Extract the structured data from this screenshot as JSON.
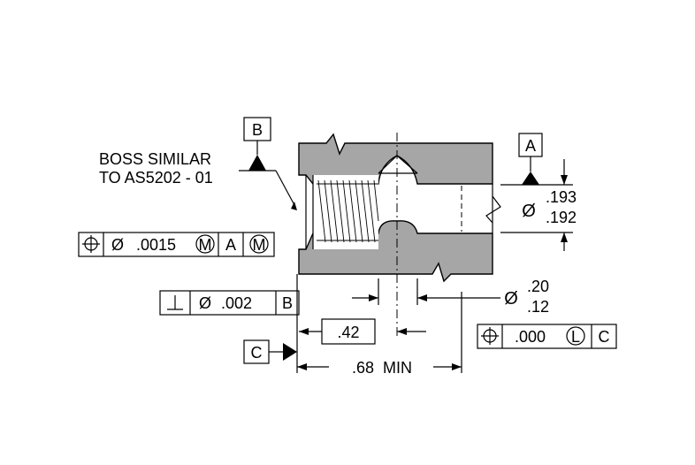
{
  "note": {
    "line1": "BOSS SIMILAR",
    "line2": "TO AS5202 - 01"
  },
  "datums": {
    "a": "A",
    "b": "B",
    "c": "C"
  },
  "fcf_position_top": {
    "dia": "Ø",
    "tol": ".0015",
    "mod1": "M",
    "datum": "A",
    "mod2": "M"
  },
  "fcf_perpendicularity": {
    "dia": "Ø",
    "tol": ".002",
    "datum": "B"
  },
  "fcf_position_right": {
    "tol": ".000",
    "mod": "L",
    "datum": "C"
  },
  "dim_bore": {
    "dia": "Ø",
    "upper": ".193",
    "lower": ".192"
  },
  "dim_drill": {
    "dia": "Ø",
    "upper": ".20",
    "lower": ".12"
  },
  "dim_basic": ".42",
  "dim_depth": ".68  MIN",
  "icons": [
    "position-symbol-icon",
    "perpendicularity-symbol-icon",
    "datum-triangle-icon",
    "modifier-circle-icon"
  ]
}
